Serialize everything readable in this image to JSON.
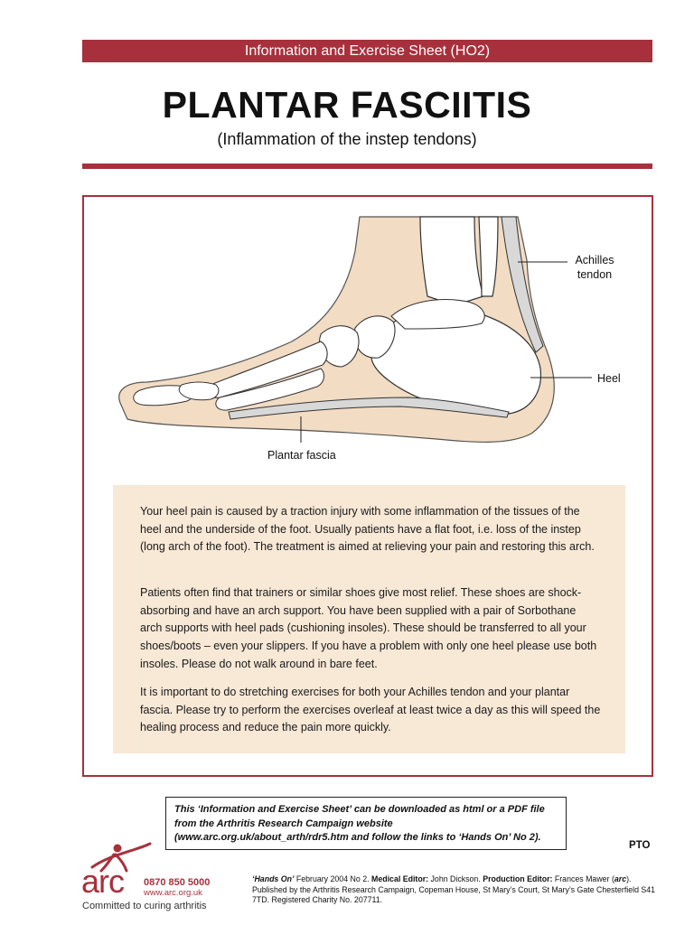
{
  "header": {
    "banner": "Information and Exercise Sheet (HO2)",
    "title": "PLANTAR FASCIITIS",
    "subtitle": "(Inflammation of the instep tendons)"
  },
  "illustration": {
    "labels": {
      "achilles_line1": "Achilles",
      "achilles_line2": "tendon",
      "heel": "Heel",
      "plantar": "Plantar fascia"
    },
    "colors": {
      "skin": "#f2dcc3",
      "bone": "#ffffff",
      "outline": "#333333",
      "tendon": "#d8d8d8"
    }
  },
  "body": {
    "paragraphs": [
      "Your heel pain is caused by a traction injury with some inflammation of the tissues of the heel and the underside of the foot. Usually patients have a flat foot, i.e. loss of the instep (long arch of the foot). The treatment is aimed at relieving your pain and restoring this arch.",
      "Patients often find that trainers or similar shoes give most relief. These shoes are shock-absorbing and have an arch support. You have been supplied with a pair of Sorbothane arch supports with heel pads (cushioning insoles). These should be transferred to all your shoes/boots – even your slippers. If you have a problem with only one heel please use both insoles. Please do not walk around in bare feet.",
      "It is important to do stretching exercises for both your Achilles tendon and your plantar fascia. Please try to perform the exercises overleaf at least twice a day as this will speed the healing process and reduce the pain more quickly."
    ]
  },
  "footer": {
    "notice": "This ‘Information and Exercise Sheet’ can be downloaded as html or a PDF file from the Arthritis Research Campaign website (www.arc.org.uk/about_arth/rdr5.htm and follow the links to ‘Hands On’ No 2).",
    "pto": "PTO",
    "logo": {
      "word": "arc",
      "phone": "0870 850 5000",
      "web": "www.arc.org.uk",
      "tagline": "Committed to curing arthritis"
    },
    "credits": {
      "hands_on": "‘Hands On’",
      "issue": " February 2004 No 2.  ",
      "medical_editor_label": "Medical Editor:",
      "medical_editor": " John Dickson.  ",
      "production_editor_label": "Production Editor:",
      "production_editor": " Frances Mawer (",
      "production_editor_org": "arc",
      "production_editor_close": ").",
      "published": "Published by the Arthritis Research Campaign, Copeman House, St Mary’s Court, St Mary’s Gate Chesterfield S41 7TD.  Registered Charity No. 207711."
    },
    "brand_color": "#a8303c"
  }
}
